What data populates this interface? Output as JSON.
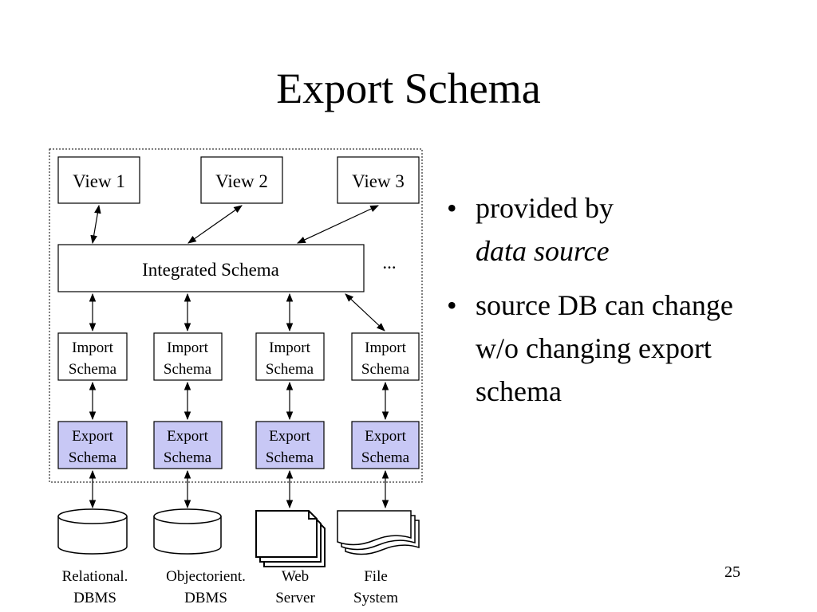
{
  "slide": {
    "title": "Export Schema",
    "slide_number": "25"
  },
  "bullets": [
    {
      "lines": [
        "provided by",
        "data source"
      ],
      "italic_line": 1
    },
    {
      "lines": [
        "source DB can change",
        "w/o changing export",
        "schema"
      ]
    }
  ],
  "diagram": {
    "views": [
      "View 1",
      "View 2",
      "View 3"
    ],
    "integrated_schema": "Integrated Schema",
    "ellipsis": "...",
    "import_schemas": [
      [
        "Import",
        "Schema"
      ],
      [
        "Import",
        "Schema"
      ],
      [
        "Import",
        "Schema"
      ],
      [
        "Import",
        "Schema"
      ]
    ],
    "export_schemas": [
      [
        "Export",
        "Schema"
      ],
      [
        "Export",
        "Schema"
      ],
      [
        "Export",
        "Schema"
      ],
      [
        "Export",
        "Schema"
      ]
    ],
    "sources": [
      {
        "label": [
          "Relational.",
          "DBMS"
        ],
        "icon": "database-cylinder-icon"
      },
      {
        "label": [
          "Objectorient.",
          "DBMS"
        ],
        "icon": "database-cylinder-icon"
      },
      {
        "label": [
          "Web",
          "Server"
        ],
        "icon": "stacked-pages-icon"
      },
      {
        "label": [
          "File",
          "System"
        ],
        "icon": "stacked-documents-icon"
      }
    ],
    "colors": {
      "export_fill": "#c8c8f5",
      "box_border": "#000000",
      "dotted_frame": "#000000"
    }
  }
}
